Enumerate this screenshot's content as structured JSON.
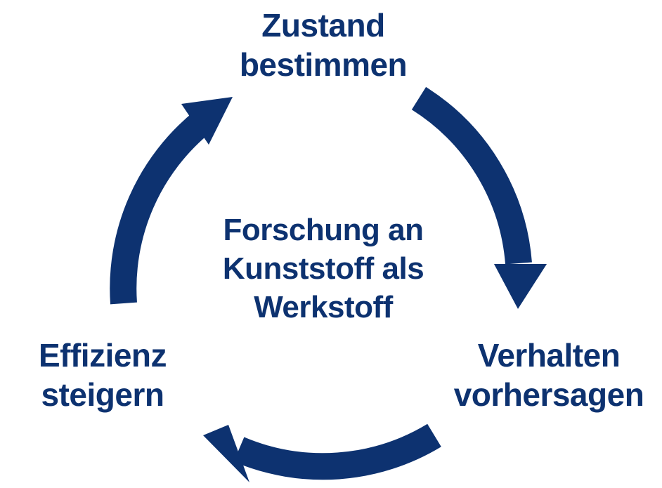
{
  "colors": {
    "primary": "#0d3270",
    "background": "#ffffff"
  },
  "diagram": {
    "center": {
      "lines": [
        "Forschung an",
        "Kunststoff als",
        "Werkstoff"
      ]
    },
    "nodes": [
      {
        "id": "top",
        "lines": [
          "Zustand",
          "bestimmen"
        ]
      },
      {
        "id": "right",
        "lines": [
          "Verhalten",
          "vorhersagen"
        ]
      },
      {
        "id": "left",
        "lines": [
          "Effizienz",
          "steigern"
        ]
      }
    ],
    "edges": [
      {
        "from": "top",
        "to": "right",
        "direction": "clockwise"
      },
      {
        "from": "right",
        "to": "left",
        "direction": "clockwise"
      },
      {
        "from": "left",
        "to": "top",
        "direction": "clockwise"
      }
    ]
  }
}
